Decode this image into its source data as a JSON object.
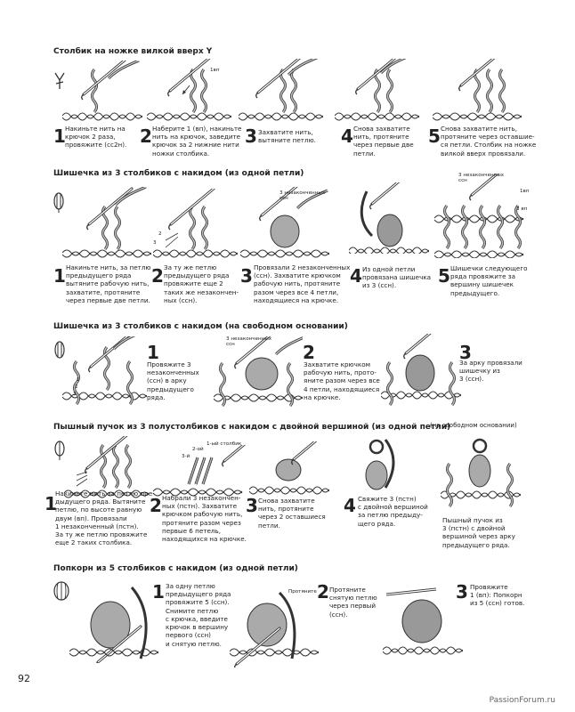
{
  "sections": [
    {
      "title": "Столбик на ножке вилкой вверх Y",
      "steps": [
        {
          "num": "1",
          "text": "Накиньте нить на\nкрючок 2 раза,\nпровяжите (сс2н)."
        },
        {
          "num": "2",
          "text": "Наберите 1 (вп), накиньте\nнить на крючок, заведите\nкрючок за 2 нижние нити\nножки столбика."
        },
        {
          "num": "3",
          "text": "Захватите нить,\nвытяните петлю."
        },
        {
          "num": "4",
          "text": "Снова захватите\nнить, протяните\nчерез первые две\nпетли."
        },
        {
          "num": "5",
          "text": "Снова захватите нить,\nпротяните через оставшие-\nся петли. Столбик на ножке\nвилкой вверх провязали."
        }
      ],
      "labels": {
        "vp": "1вп"
      }
    },
    {
      "title": "Шишечка из 3 столбиков с накидом (из одной петли)",
      "steps": [
        {
          "num": "1",
          "text": "Накиньте нить, за петлю\nпредыдущего ряда\nвытяните рабочую нить,\nзахватите, протяните\nчерез первые две петли."
        },
        {
          "num": "2",
          "text": "За ту же петлю\nпредыдущего ряда\nпровяжите еще 2\nтаких же незакончен-\nных (ссн)."
        },
        {
          "num": "3",
          "text": "Провязали 2 незаконченных\n(ссн). Захватите крючком\nрабочую нить, протяните\nразом через все 4 петли,\nнаходящиеся на крючке."
        },
        {
          "num": "4",
          "text": "Из одной петли\nпровязана шишечка\nиз 3 (ссн)."
        },
        {
          "num": "5",
          "text": "Шишечки следующего\nряда провяжите за\nвершину шишечек\nпредыдущего."
        }
      ],
      "labels": {
        "n2": "2",
        "n3": "3",
        "unfinished": "3 незаконченных\nссн",
        "unfinished2": "3 незаконченных\nссн",
        "vp": "1вп",
        "vp3": "3 вп"
      }
    },
    {
      "title": "Шишечка из 3 столбиков с накидом (на свободном основании)",
      "steps": [
        {
          "num": "1",
          "text": "Провяжите 3\nнезаконченных\n(ссн) в арку\nпредыдущего\nряда."
        },
        {
          "num": "2",
          "text": "Захватите крючком\nрабочую нить, прото-\nяните разом через все\n4 петли, находящиеся\nна крючке."
        },
        {
          "num": "3",
          "text": "За арку провязали\nшишечку из\n3 (ссн)."
        }
      ],
      "labels": {
        "unfinished": "3 незаконченных\nссн",
        "n1": "1",
        "n2": "2",
        "n3": "3"
      }
    },
    {
      "title": "Пышный пучок из 3 полустолбиков с накидом с двойной вершиной (из одной петли)",
      "note": "(на свободном основании)",
      "steps": [
        {
          "num": "1",
          "text": "Накиньте нить за петлю пре-\nдыдущего ряда. Вытяните\nпетлю, по высоте равную\nдвум (вп). Провязали\n1 незаконченный (пстн).\nЗа ту же петлю провяжите\nеще 2 таких столбика."
        },
        {
          "num": "2",
          "text": "Набрали 3 незакончен-\nных (пстн). Захватите\nкрючком рабочую нить,\nпротяните разом через\nпервые 6 петель,\nнаходящихся на крючке."
        },
        {
          "num": "3",
          "text": "Снова захватите\nнить, протяните\nчерез 2 оставшиеся\nпетли."
        },
        {
          "num": "4",
          "text": "Свяжите 3 (пстн)\nс двойной вершиной\nза петлю предыду-\nщего ряда."
        },
        {
          "num": "",
          "text": "Пышный пучок из\n3 (пстн) с двойной\nвершиной через арку\nпредыдущего ряда."
        }
      ],
      "labels": {
        "first": "1-ый столбик",
        "second": "2-ой",
        "third": "3-й"
      }
    },
    {
      "title": "Попкорн из 5 столбиков с накидом (из одной петли)",
      "steps": [
        {
          "num": "1",
          "text": "За одну петлю\nпредыдущего ряда\nпровяжите 5 (ссн).\nСнимите петлю\nс крючка, введите\nкрючок в вершину\nпервого (ссн)\nи снятую петлю."
        },
        {
          "num": "2",
          "text": "Протяните\nснятую петлю\nчерез первый\n(ссн)."
        },
        {
          "num": "3",
          "text": "Провяжите\n1 (вп): Попкорн\nиз 5 (ссн) готов."
        }
      ],
      "labels": {
        "pull": "Протяните"
      }
    }
  ],
  "page_number": "92",
  "footer": "PassionForum.ru"
}
